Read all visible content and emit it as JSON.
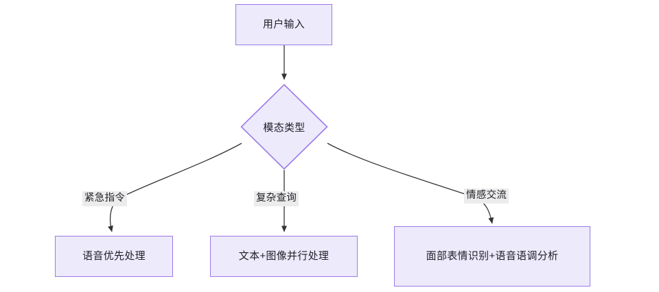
{
  "diagram": {
    "type": "flowchart",
    "title": "",
    "orientation": "top-down",
    "theme": {
      "node_fill": "#ECEAFB",
      "node_border": "#9B79E8",
      "edge_stroke": "#333333",
      "edge_label_bg": "#ECECEC",
      "text_color": "#1F1F28",
      "canvas_bg": "#FFFFFF"
    },
    "nodes": [
      {
        "id": "input",
        "shape": "rect",
        "label": "用户输入"
      },
      {
        "id": "decide",
        "shape": "diamond",
        "label": "模态类型"
      },
      {
        "id": "voice",
        "shape": "rect",
        "label": "语音优先处理"
      },
      {
        "id": "multi",
        "shape": "rect",
        "label": "文本+图像并行处理"
      },
      {
        "id": "emotion",
        "shape": "rect",
        "label": "面部表情识别+语音语调分析"
      }
    ],
    "edges": [
      {
        "from": "input",
        "to": "decide",
        "label": ""
      },
      {
        "from": "decide",
        "to": "voice",
        "label": "紧急指令"
      },
      {
        "from": "decide",
        "to": "multi",
        "label": "复杂查询"
      },
      {
        "from": "decide",
        "to": "emotion",
        "label": "情感交流"
      }
    ]
  }
}
